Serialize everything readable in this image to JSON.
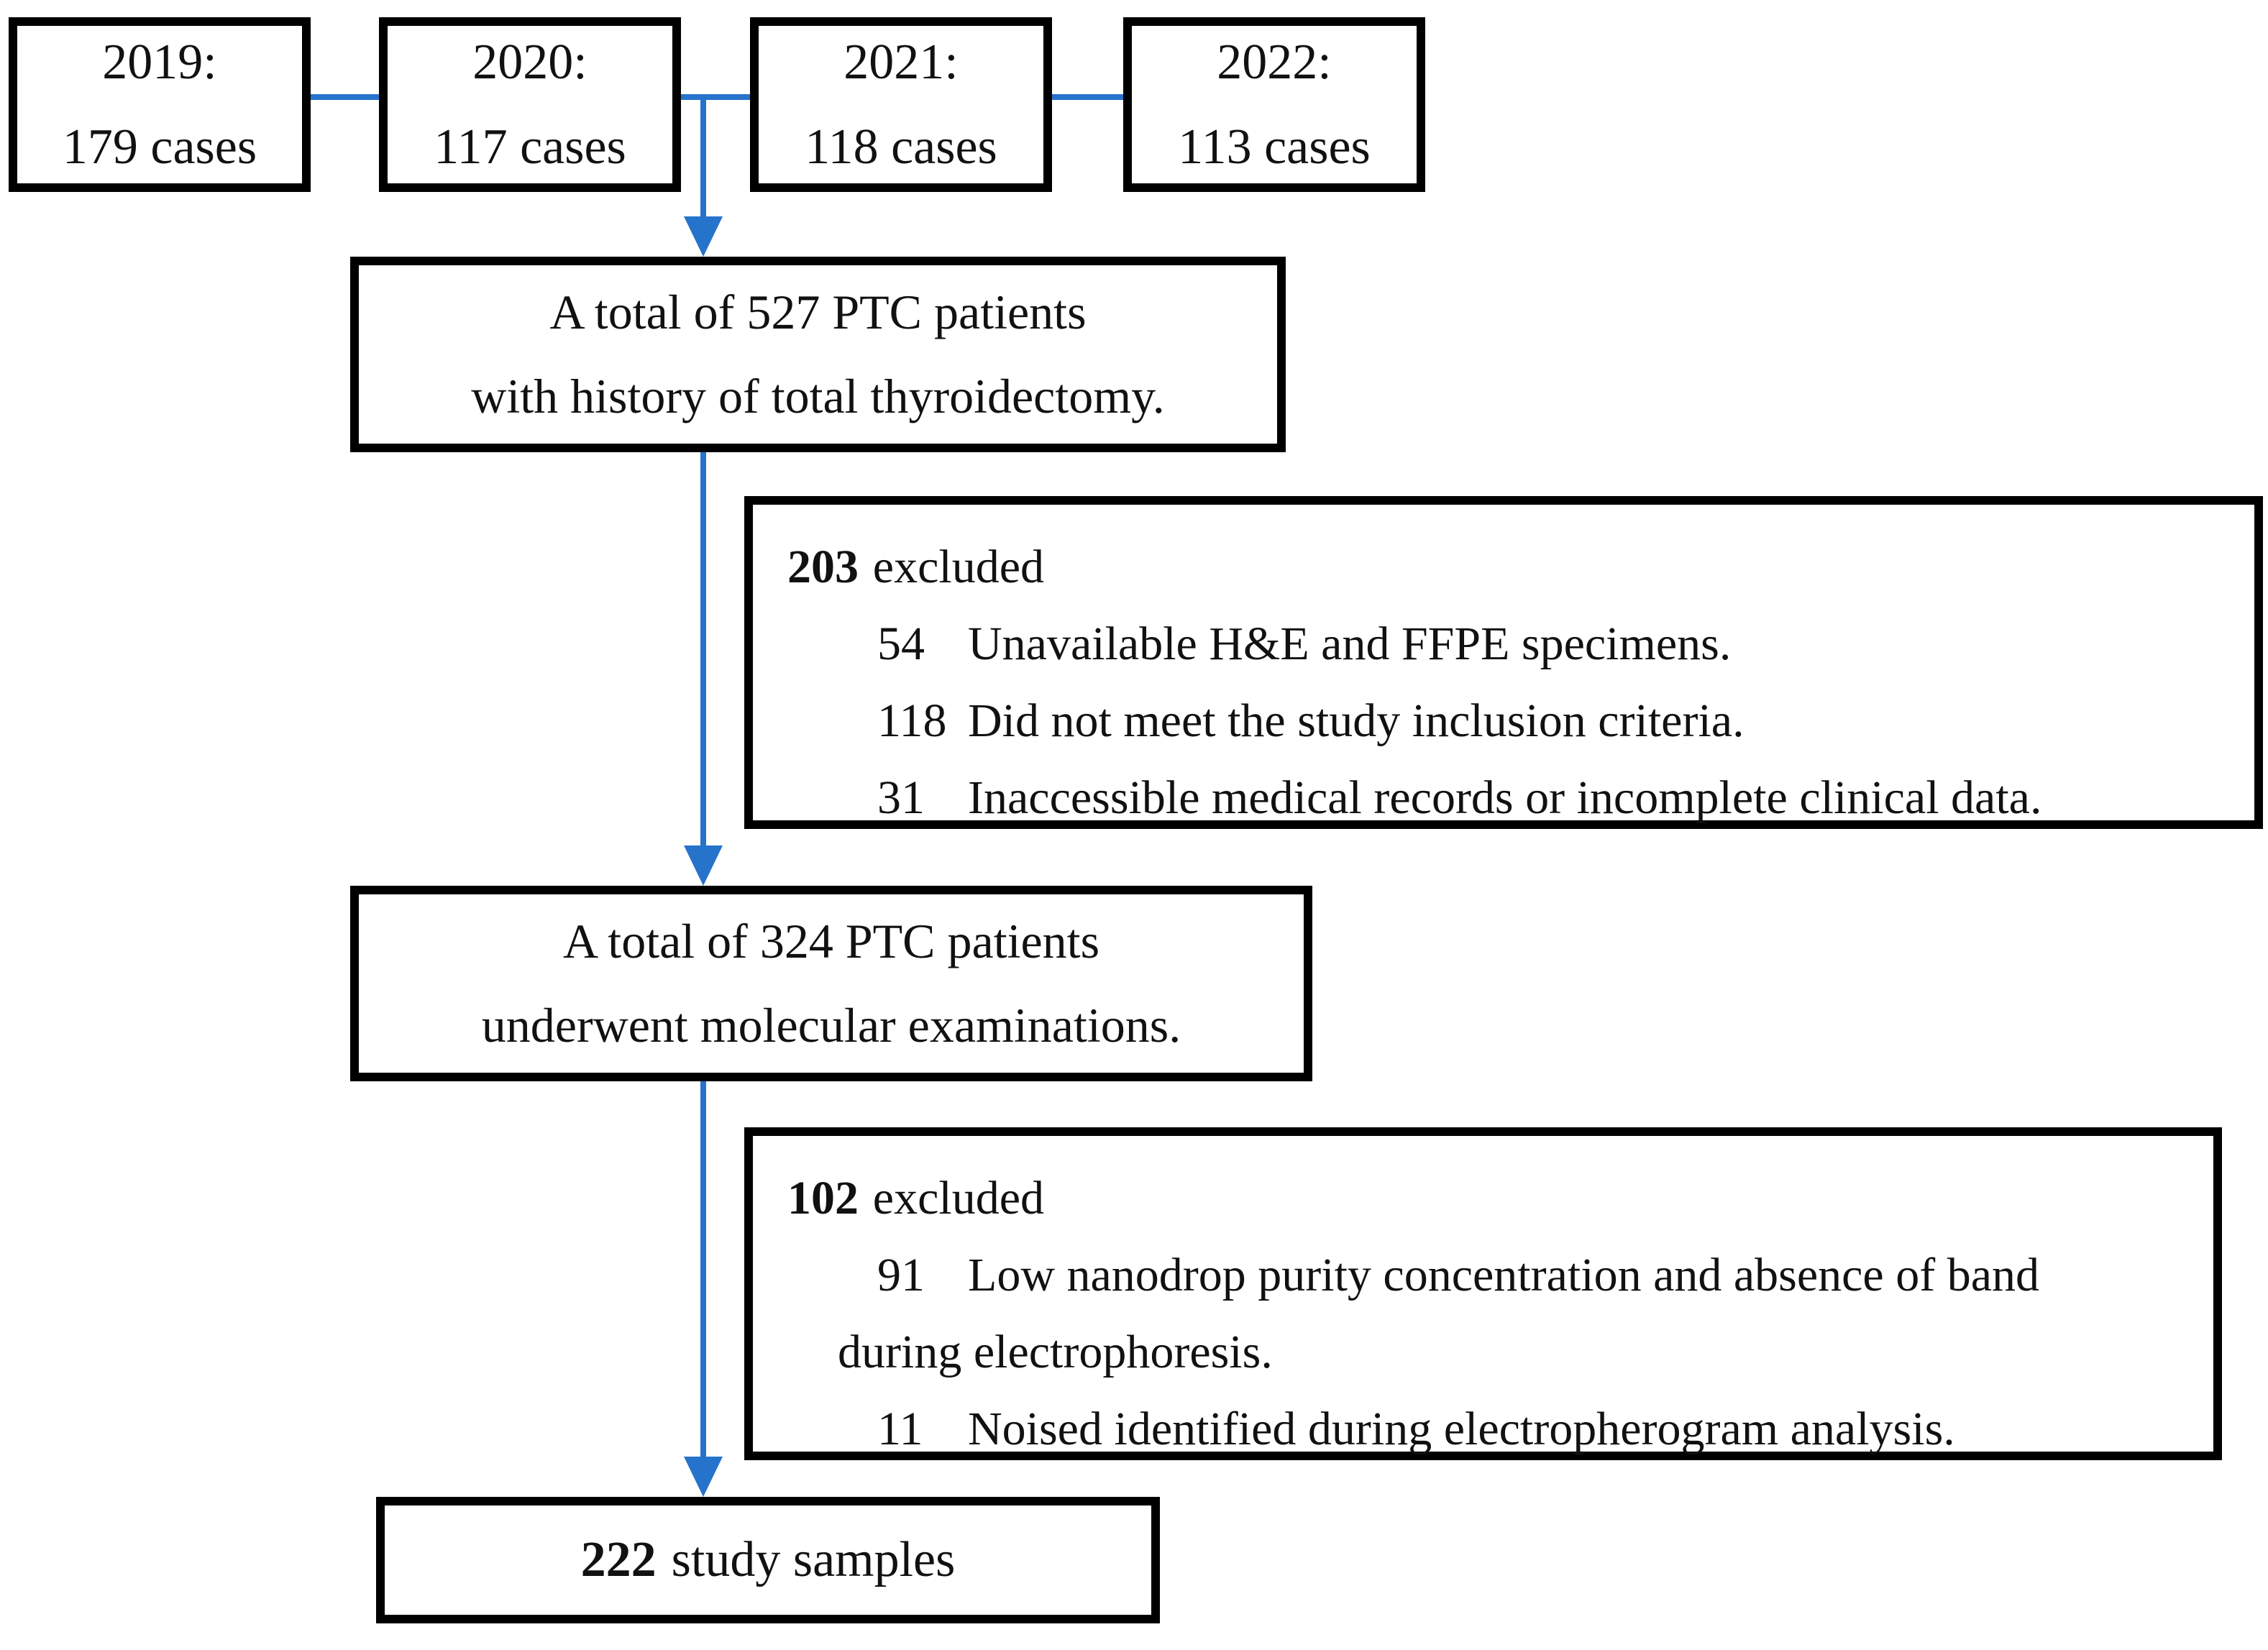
{
  "figure": {
    "background": "#ffffff",
    "line_color": "#2673cb",
    "border_color": "#000000"
  },
  "year_boxes": [
    {
      "year": "2019:",
      "cases": "179 cases"
    },
    {
      "year": "2020:",
      "cases": "117 cases"
    },
    {
      "year": "2021:",
      "cases": "118 cases"
    },
    {
      "year": "2022:",
      "cases": "113 cases"
    }
  ],
  "total_527": {
    "line1": "A total of 527 PTC patients",
    "line2": "with history of total thyroidectomy."
  },
  "excluded_203": {
    "count": "203",
    "label": "excluded",
    "items": [
      {
        "num": "54",
        "text": "Unavailable H&E and FFPE specimens."
      },
      {
        "num": "118",
        "text": "Did not meet the study inclusion criteria."
      },
      {
        "num": "31",
        "text": "Inaccessible medical records or incomplete clinical data."
      }
    ]
  },
  "total_324": {
    "line1": "A total of 324 PTC patients",
    "line2": "underwent molecular examinations."
  },
  "excluded_102": {
    "count": "102",
    "label": "excluded",
    "items": [
      {
        "num": "91",
        "text": "Low nanodrop purity concentration and absence of band"
      },
      {
        "num": "",
        "text": "during electrophoresis."
      },
      {
        "num": "11",
        "text": "Noised identified during electropherogram analysis."
      }
    ]
  },
  "final_222": {
    "count": "222",
    "label": "study samples"
  }
}
